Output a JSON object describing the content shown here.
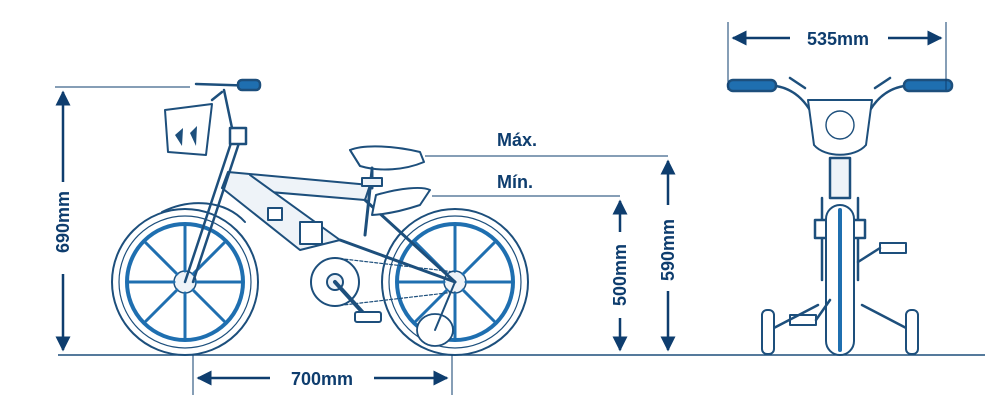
{
  "dimensions": {
    "total_height": "690mm",
    "wheelbase": "700mm",
    "seat_min": "500mm",
    "seat_max": "590mm",
    "handlebar_width": "535mm"
  },
  "labels": {
    "max": "Máx.",
    "min": "Mín."
  },
  "colors": {
    "line": "#1d4f7c",
    "dimension": "#0e3d6e",
    "wheel_fill": "#1f6fb0",
    "frame_fill": "#eef3f8"
  }
}
